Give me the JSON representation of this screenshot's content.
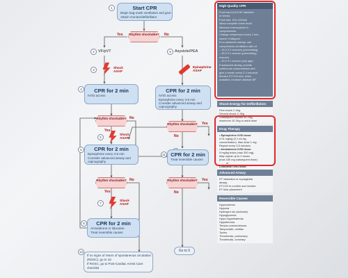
{
  "start": {
    "title": "Start CPR",
    "bullets": [
      "Begin bag-mask ventilation and give oxygen",
      "Attach monitor/defibrillator"
    ]
  },
  "decision1": {
    "label": "Rhythm shockable?",
    "yes": "Yes",
    "no": "No"
  },
  "left_branch": {
    "label": "VF/pVT"
  },
  "right_branch": {
    "label": "Asystole/PEA"
  },
  "shock_label": "Shock ASAP",
  "epi_label": "Epinephrine ASAP",
  "box4": {
    "title": "CPR for 2 min",
    "bullets": [
      "IV/IO access"
    ]
  },
  "box9": {
    "title": "CPR for 2 min",
    "bullets": [
      "IV/IO access",
      "Epinephrine every 3-5 min",
      "Consider advanced airway and capnography"
    ]
  },
  "decision_left_a": {
    "label": "Rhythm shockable?",
    "yes": "Yes",
    "no": "No"
  },
  "box6": {
    "title": "CPR for 2 min",
    "bullets": [
      "Epinephrine every 3-5 min",
      "Consider advanced airway and capnography"
    ]
  },
  "decision_left_b": {
    "label": "Rhythm shockable?",
    "yes": "Yes",
    "no": "No"
  },
  "box8": {
    "title": "CPR for 2 min",
    "bullets": [
      "Amiodarone or lidocaine",
      "Treat reversible causes"
    ]
  },
  "decision_right_a": {
    "label": "Rhythm shockable?",
    "yes": "Yes",
    "no": "No"
  },
  "box11": {
    "title": "CPR for 2 min",
    "bullets": [
      "Treat reversible causes"
    ]
  },
  "decision_right_b": {
    "label": "Rhythm shockable?",
    "yes": "Yes",
    "no": "No"
  },
  "box12": {
    "bullets": [
      "If no signs of return of spontaneous circulation (ROSC), go to 10",
      "If ROSC, go to Post-Cardiac Arrest Care checklist"
    ]
  },
  "goto5": "Go to 5",
  "numbers": [
    "1",
    "2",
    "3",
    "4",
    "5",
    "6",
    "7",
    "8",
    "9",
    "10",
    "11",
    "12"
  ],
  "side": {
    "hq_title": "High-Quality CPR",
    "hq_lines": [
      "Push hard (≥1/3 AP diameter",
      "of chest)",
      "Push fast: 100-120/min",
      "Allow complete chest recoil",
      "Minimize interruptions in",
      "compressions",
      "Change compressor every 2 min,",
      "sooner if fatigued",
      "If no advanced airway, use",
      "compression-ventilation ratio of",
      "– 15:2 if 2 rescuers (preexisting)",
      "– 30:2 if 1 rescuer (preexisting)",
      "  rescuer)",
      "– 30:2 if 1 rescuer (any age)",
      "If advanced airway, provide",
      "continuous compressions and",
      "give a breath every 2-3 seconds",
      "Monitor ETCO2 and, when",
      "available, invasive diastolic BP"
    ],
    "shock_title": "Shock Energy for Defibrillation",
    "shock_lines": [
      "First shock 2 J/kg",
      "Second shock 4 J/kg",
      "Subsequent shocks ≥4 J/kg,",
      "maximum 10 J/kg or adult dose"
    ],
    "drug_title": "Drug Therapy",
    "drug_lines": [
      {
        "text": "• Epinephrine IV/IO dose:",
        "bold": true
      },
      {
        "text": "0.01 mg/kg (0.1 mL/kg",
        "bold": false
      },
      {
        "text": "concentration). Max dose 1 mg.",
        "bold": false
      },
      {
        "text": "Repeat every 3-5 minutes.",
        "bold": false
      },
      {
        "text": "• Amiodarone IV/IO dose:",
        "bold": true
      },
      {
        "text": "5 mg/kg bolus (max 300 mg).",
        "bold": false
      },
      {
        "text": "May repeat up to 2 doses",
        "bold": false
      },
      {
        "text": "(max 150 mg subsequent dose).",
        "bold": false
      },
      {
        "text": "or",
        "bold": false
      },
      {
        "text": "Lidocaine IV/IO dose:",
        "bold": true
      },
      {
        "text": "1 mg/kg",
        "bold": false
      }
    ],
    "airway_title": "Advanced Airway",
    "airway_lines": [
      "ET intubation or supraglottic",
      "airway",
      "ETCO2 to confirm and monitor",
      "ET tube placement"
    ],
    "causes_title": "Reversible Causes",
    "causes_lines": [
      "Hypovolemia",
      "Hypoxia",
      "Hydrogen ion (acidosis)",
      "Hypoglycemia",
      "Hypo-/hyperkalemia",
      "Hypothermia",
      "Tension pneumothorax",
      "Tamponade, cardiac",
      "Toxins",
      "Thrombosis, pulmonary",
      "Thrombosis, coronary"
    ]
  }
}
